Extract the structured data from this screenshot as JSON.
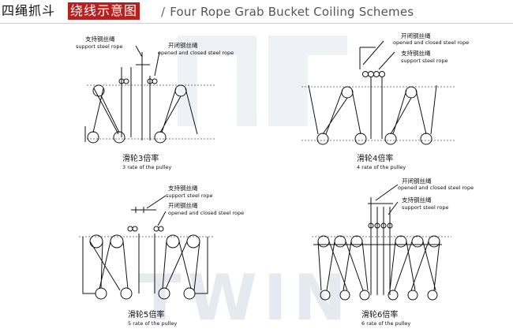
{
  "header": {
    "title_cn_part1": "四绳抓斗",
    "title_cn_part2": "绕线示意图",
    "separator": "/",
    "title_en": "Four Rope  Grab Bucket Coiling Schemes",
    "accent_color": "#b8201e"
  },
  "watermark": {
    "text": "TWIN",
    "color": "#d4dde8"
  },
  "diagrams": [
    {
      "label_support_cn": "支持钢丝绳",
      "label_support_en": "support steel rope",
      "label_open_cn": "开闭钢丝绳",
      "label_open_en": "opened and closed steel rope",
      "caption_cn": "滑轮3倍率",
      "caption_en": "3 rate of the pulley"
    },
    {
      "label_open_cn": "开闭钢丝绳",
      "label_open_en": "opened and closed steel rope",
      "label_support_cn": "支持钢丝绳",
      "label_support_en": "support steel rope",
      "caption_cn": "滑轮4倍率",
      "caption_en": "4 rate of the pulley"
    },
    {
      "label_support_cn": "支持钢丝绳",
      "label_support_en": "support steel rope",
      "label_open_cn": "开闭钢丝绳",
      "label_open_en": "opened and closed steel rope",
      "caption_cn": "滑轮5倍率",
      "caption_en": "5 rate of the pulley"
    },
    {
      "label_open_cn": "开闭钢丝绳",
      "label_open_en": "opened and closed steel rope",
      "label_support_cn": "支持钢丝绳",
      "label_support_en": "support steel rope",
      "caption_cn": "滑轮6倍率",
      "caption_en": "6 rate of the pulley"
    }
  ]
}
